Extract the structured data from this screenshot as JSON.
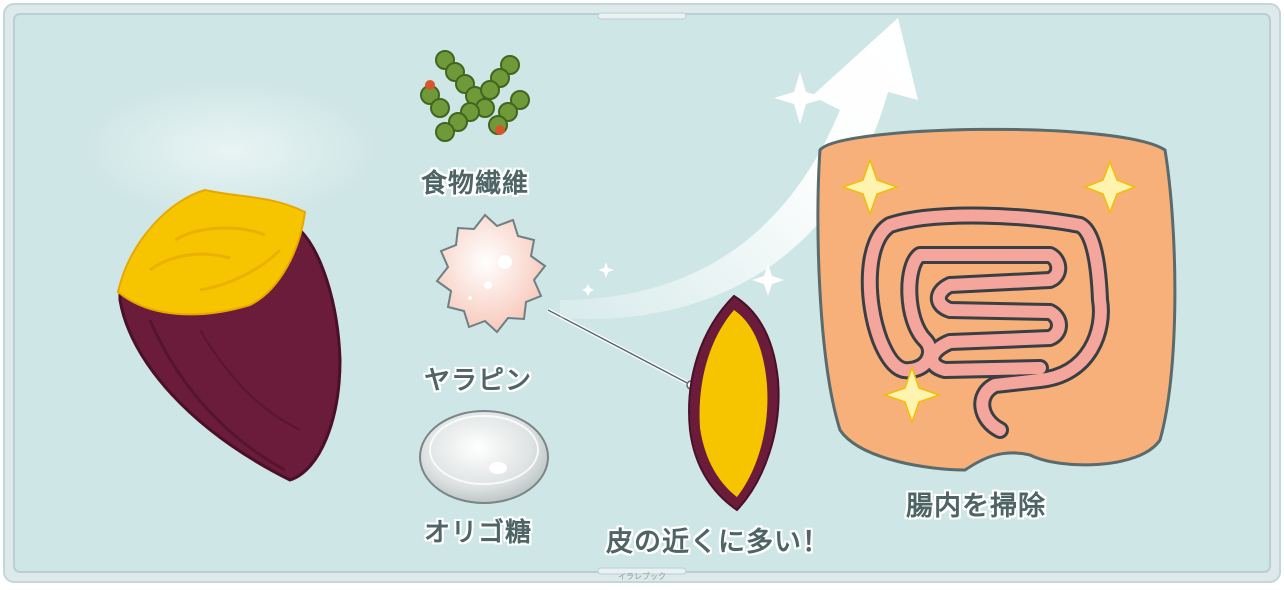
{
  "labels": {
    "fiber": "食物繊維",
    "jalapin": "ヤラピン",
    "oligo": "オリゴ糖",
    "near_skin": "皮の近くに多い！",
    "intestine": "腸内を掃除"
  },
  "credit": "イラレブック",
  "colors": {
    "background": "#cfe6e6",
    "frame_border": "#bcd2d6",
    "label_text": "#4f6565",
    "potato_skin": "#6a1c3a",
    "potato_flesh": "#f6c500",
    "belly": "#f7b07a",
    "intestine": "#f4a59c",
    "fiber_green": "#6f9a3a"
  },
  "icons": [
    "sweet-potato-icon",
    "fiber-cluster-icon",
    "jalapin-blob-icon",
    "oligosaccharide-capsule-icon",
    "potato-cross-section-icon",
    "belly-intestine-icon",
    "sparkle-icon",
    "up-arrow-icon"
  ]
}
